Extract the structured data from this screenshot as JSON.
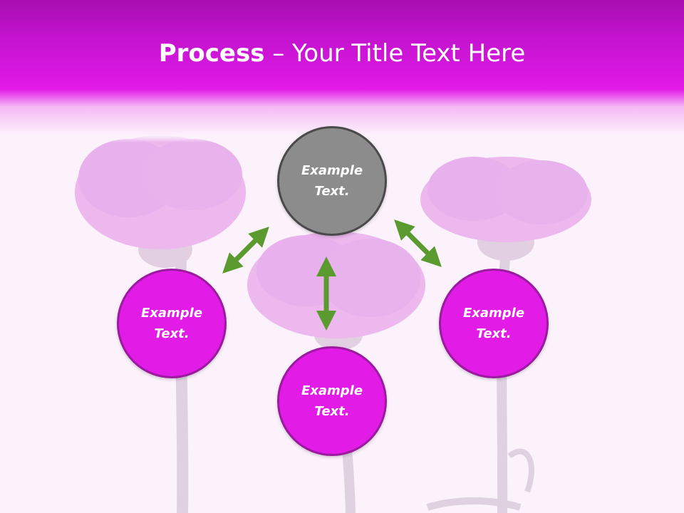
{
  "slide": {
    "title_bold": "Process",
    "title_rest": " – Your Title Text Here"
  },
  "nodes": {
    "top": "Example\nText.",
    "left": "Example\nText.",
    "right": "Example\nText.",
    "bottom": "Example\nText."
  },
  "colors": {
    "header": "#e21ae8",
    "node_gray": "#8c8c8c",
    "node_pink": "#e21ce6",
    "arrow": "#5a9a2e"
  }
}
